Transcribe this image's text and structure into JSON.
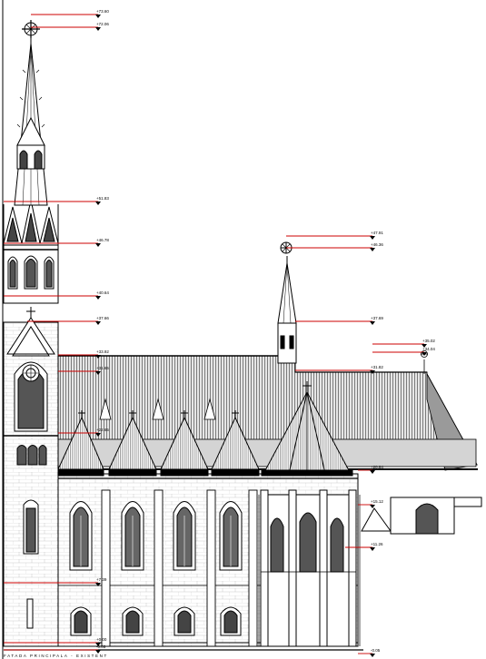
{
  "drawing": {
    "title": "FATADA PRINCIPALA - EXISTENT",
    "line_color": "#000000",
    "level_color": "#cc0000",
    "roof_fill": "#d4d4d4",
    "levels": [
      {
        "label": "+73.60"
      },
      {
        "label": "+72.06"
      },
      {
        "label": "+51.83"
      },
      {
        "label": "+46.78"
      },
      {
        "label": "+40.64"
      },
      {
        "label": "+37.66"
      },
      {
        "label": "+33.92"
      },
      {
        "label": "+31.65"
      },
      {
        "label": "+22.65"
      },
      {
        "label": "+47.91"
      },
      {
        "label": "+46.36"
      },
      {
        "label": "+37.69"
      },
      {
        "label": "+35.02"
      },
      {
        "label": "+34.04"
      },
      {
        "label": "+31.82"
      },
      {
        "label": "+20.84"
      },
      {
        "label": "+15.12"
      },
      {
        "label": "+11.26"
      },
      {
        "label": "+7.39"
      },
      {
        "label": "+0.00"
      },
      {
        "label": "-0.05"
      },
      {
        "label": "-0.05"
      }
    ]
  }
}
